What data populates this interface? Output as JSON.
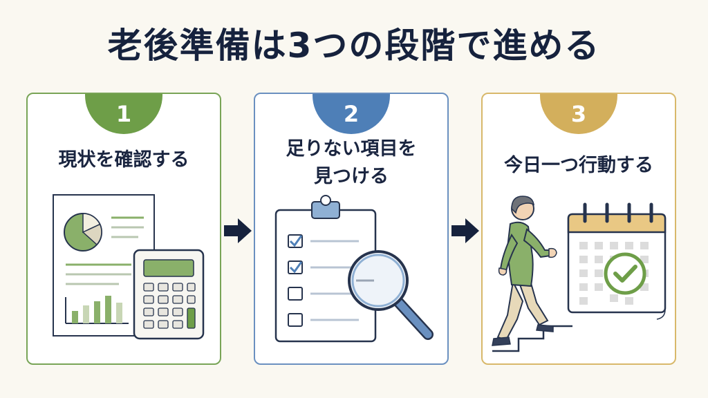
{
  "title": "老後準備は3つの段階で進める",
  "steps": [
    {
      "number": "1",
      "title": [
        "現状を確認する"
      ],
      "color": "#6e9e48"
    },
    {
      "number": "2",
      "title": [
        "足りない項目を",
        "見つける"
      ],
      "color": "#4e7fb7"
    },
    {
      "number": "3",
      "title": [
        "今日一つ行動する"
      ],
      "color": "#d3af5c"
    }
  ],
  "icons": {
    "step1": [
      "document-icon",
      "pie-chart-icon",
      "bar-chart-icon",
      "calculator-icon"
    ],
    "step2": [
      "clipboard-icon",
      "checkbox-icon",
      "magnifying-glass-icon"
    ],
    "step3": [
      "climbing-person-icon",
      "stairs-icon",
      "calendar-icon",
      "check-circle-icon"
    ],
    "between": "arrow-right-icon"
  },
  "colors": {
    "text": "#16223d",
    "green": "#6e9e48",
    "blue": "#4e7fb7",
    "gold": "#d3af5c",
    "background": "#faf8f1"
  }
}
